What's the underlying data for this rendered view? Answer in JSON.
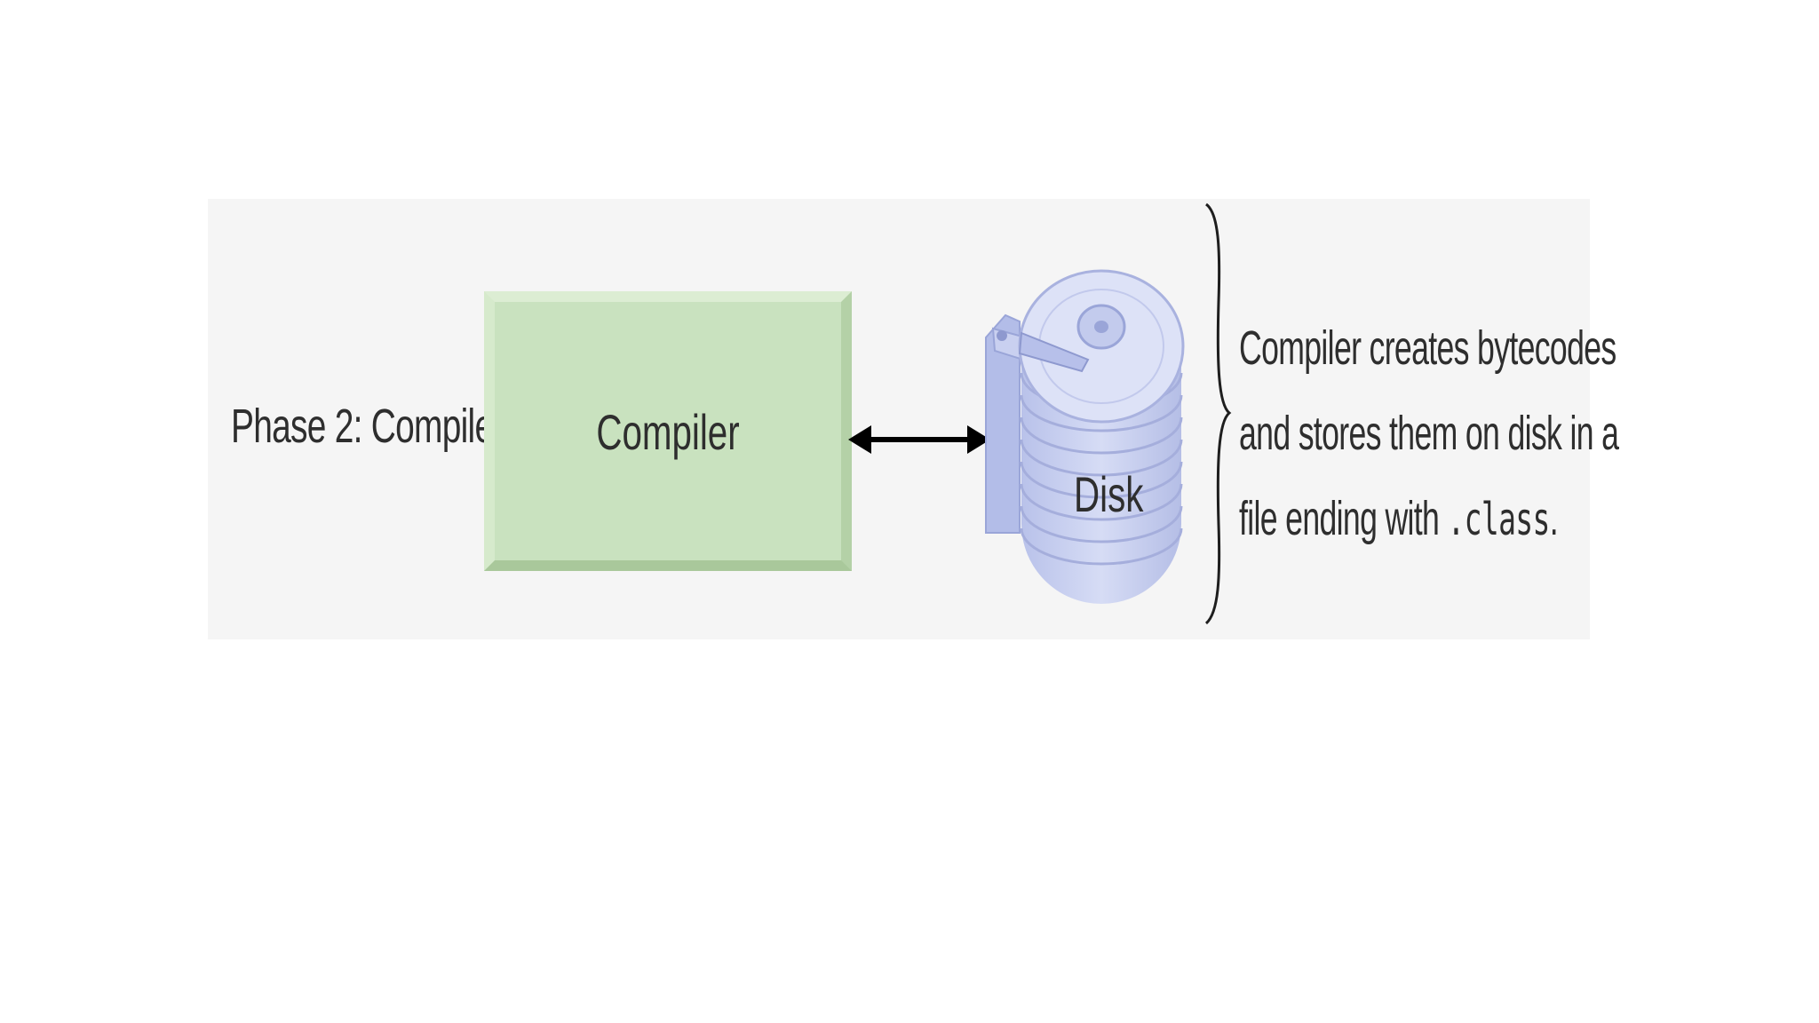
{
  "diagram": {
    "phase_label": "Phase 2: Compile",
    "compiler_label": "Compiler",
    "disk_label": "Disk",
    "description": {
      "line1": "Compiler creates bytecodes",
      "line2": "and stores them on disk in a",
      "line3_text": "file ending with ",
      "line3_code": ".class",
      "line3_end": "."
    },
    "colors": {
      "panel": "#f5f5f5",
      "compiler_box": "#c9e2bf",
      "disk": "#c7cfee",
      "arrow": "#000000"
    },
    "icons": [
      "double-arrow-icon",
      "disk-drive-icon",
      "right-brace-icon"
    ]
  }
}
